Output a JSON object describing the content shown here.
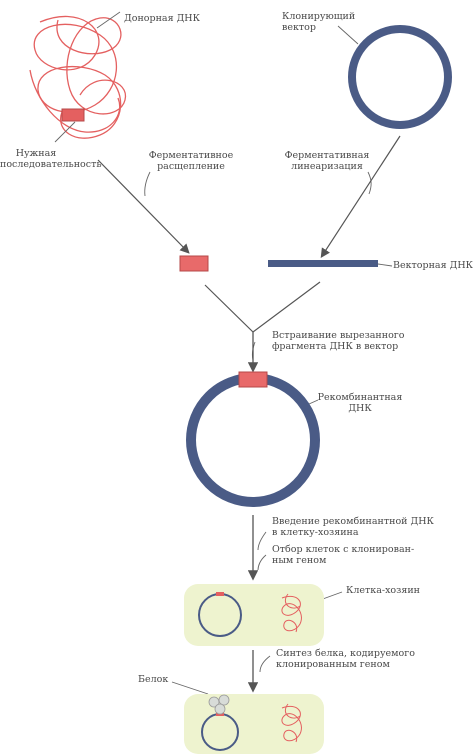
{
  "labels": {
    "donor_dna": "Донорная ДНК",
    "cloning_vector": "Клонирующий\nвектор",
    "needed_sequence": "Нужная\nпоследовательность",
    "enzymatic_cleavage": "Ферментативное\nрасщепление",
    "enzymatic_linearization": "Ферментативная\nлинеаризация",
    "vector_dna": "Векторная ДНК",
    "insertion": "Встраивание вырезанного\nфрагмента ДНК в вектор",
    "recombinant_dna": "Рекомбинантная\nДНК",
    "introduction": "Введение рекомбинантной ДНК\nв клетку-хозяина",
    "selection": "Отбор клеток с клонирован-\nным геном",
    "host_cell": "Клетка-хозяин",
    "protein_synthesis": "Синтез белка, кодируемого\nклонированным геном",
    "protein": "Белок"
  },
  "colors": {
    "dna_red": "#e46060",
    "fragment_red": "#e86a6a",
    "vector_blue": "#4a5b86",
    "arrow": "#555555",
    "cell_fill": "#eef3cf"
  }
}
